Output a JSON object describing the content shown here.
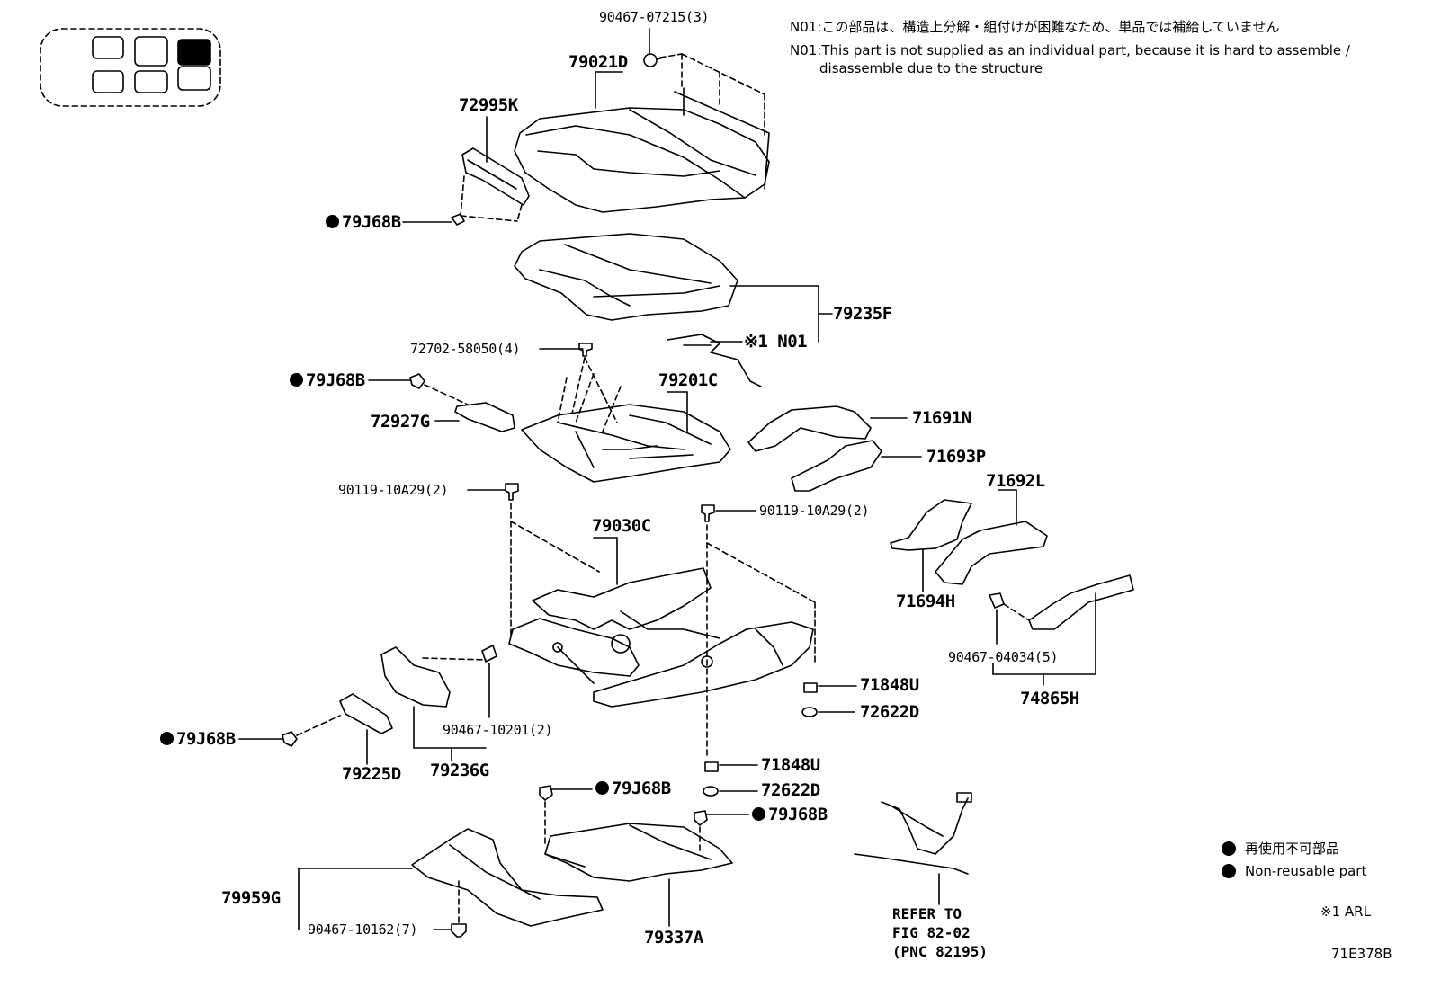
{
  "notes": {
    "ja": "N01:この部品は、構造上分解・組付けが困難なため、単品では補給していません",
    "en_line1": "N01:This part is not supplied as an individual part, because it is hard to assemble /",
    "en_line2": "disassemble due to the structure"
  },
  "parts": {
    "p_90467_07215": "90467-07215(3)",
    "p_79021D": "79021D",
    "p_72995K": "72995K",
    "p_79J68B_a": "79J68B",
    "p_79235F": "79235F",
    "p_N01": "※1 N01",
    "p_72702_58050": "72702-58050(4)",
    "p_79J68B_b": "79J68B",
    "p_79201C": "79201C",
    "p_72927G": "72927G",
    "p_71691N": "71691N",
    "p_71693P": "71693P",
    "p_71692L": "71692L",
    "p_90119_a": "90119-10A29(2)",
    "p_90119_b": "90119-10A29(2)",
    "p_79030C": "79030C",
    "p_71694H": "71694H",
    "p_90467_04034": "90467-04034(5)",
    "p_74865H": "74865H",
    "p_71848U_a": "71848U",
    "p_72622D_a": "72622D",
    "p_79J68B_c": "79J68B",
    "p_90467_10201": "90467-10201(2)",
    "p_79225D": "79225D",
    "p_79236G": "79236G",
    "p_71848U_b": "71848U",
    "p_72622D_b": "72622D",
    "p_79J68B_d": "79J68B",
    "p_79J68B_e": "79J68B",
    "p_79959G": "79959G",
    "p_90467_10162": "90467-10162(7)",
    "p_79337A": "79337A"
  },
  "refer": {
    "line1": "REFER TO",
    "line2": "FIG 82-02",
    "line3": "(PNC 82195)"
  },
  "legend": {
    "ja": "再使用不可部品",
    "en": "Non-reusable part",
    "arl": "※1 ARL"
  },
  "figure_code": "71E378B"
}
